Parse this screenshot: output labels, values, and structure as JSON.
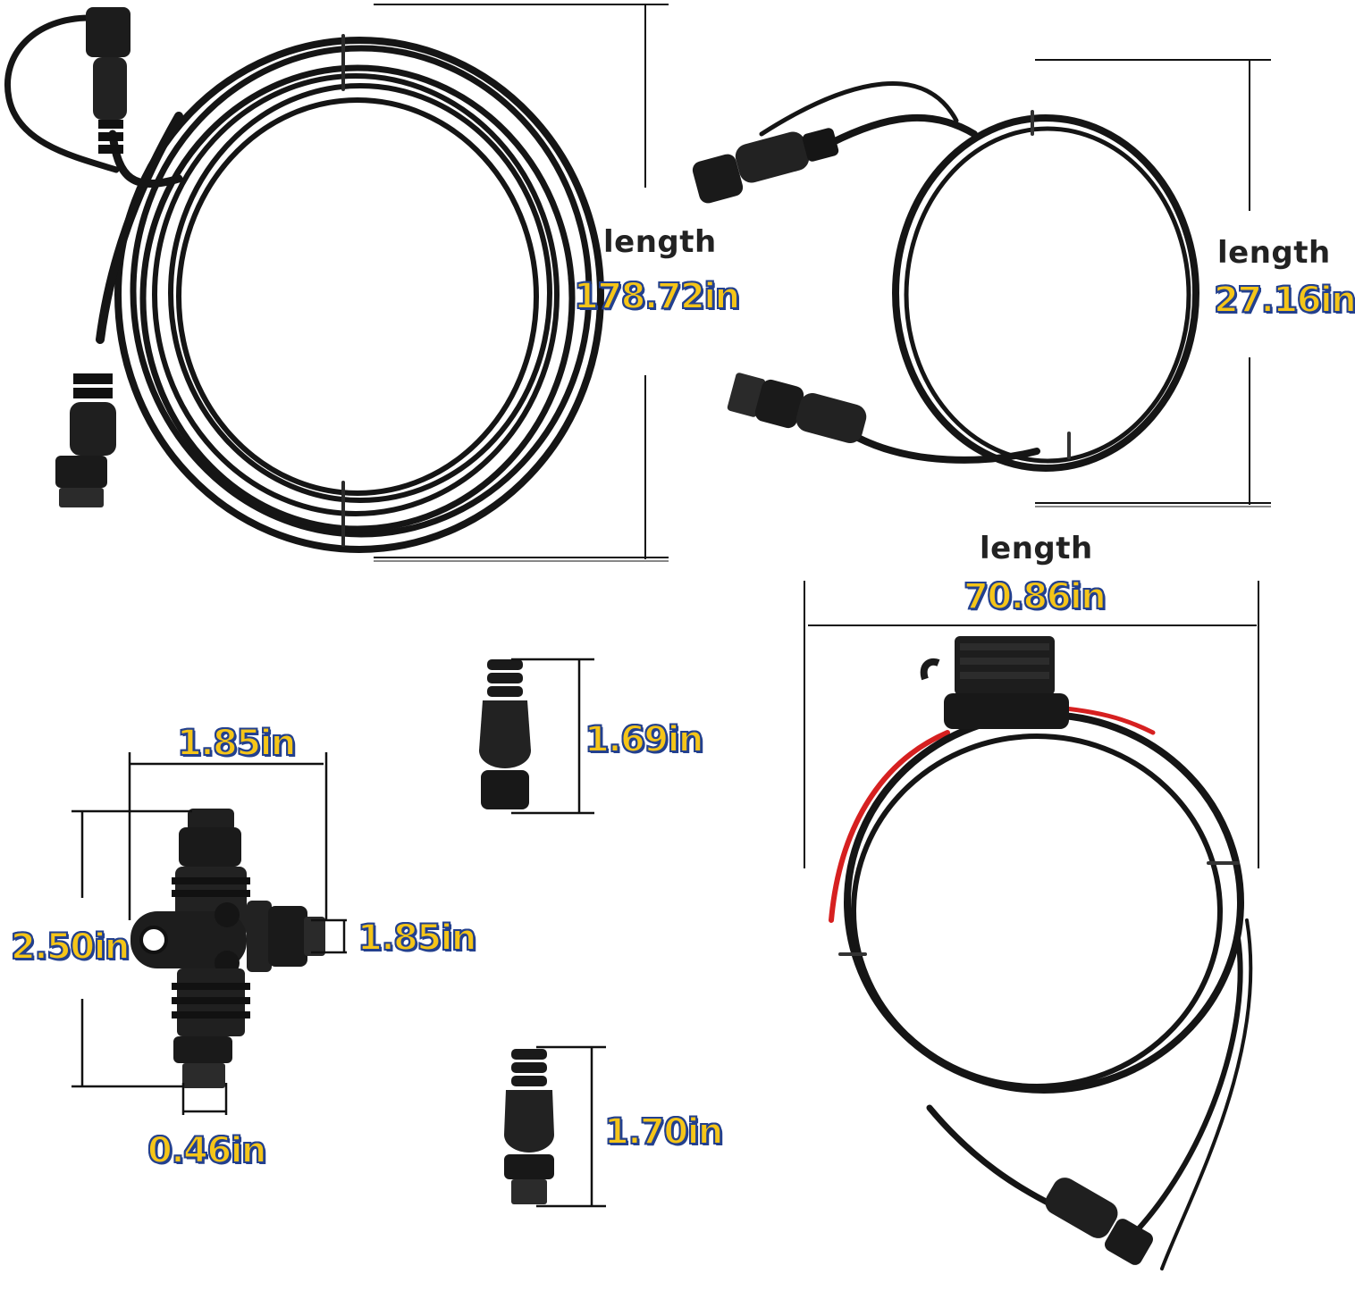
{
  "colors": {
    "background": "#ffffff",
    "cable": "#151515",
    "connector": "#1c1c1c",
    "power_wire": "#d62020",
    "dimension_line": "#111111",
    "label_fill": "#f5c518",
    "label_outline": "#23408e",
    "label_word": "#222222"
  },
  "items": {
    "backbone_cable": {
      "word": "length",
      "value": "178.72in"
    },
    "drop_cable": {
      "word": "length",
      "value": "27.16in"
    },
    "power_cable": {
      "word": "length",
      "value": "70.86in"
    },
    "female_terminator": {
      "value": "1.69in"
    },
    "male_terminator": {
      "value": "1.70in"
    },
    "tee_connector": {
      "width": "1.85in",
      "height": "2.50in",
      "side": "1.85in",
      "thread": "0.46in"
    }
  },
  "icons": [
    "cable-coil-icon",
    "connector-icon",
    "tee-connector-icon",
    "terminator-icon",
    "fuse-holder-icon"
  ]
}
